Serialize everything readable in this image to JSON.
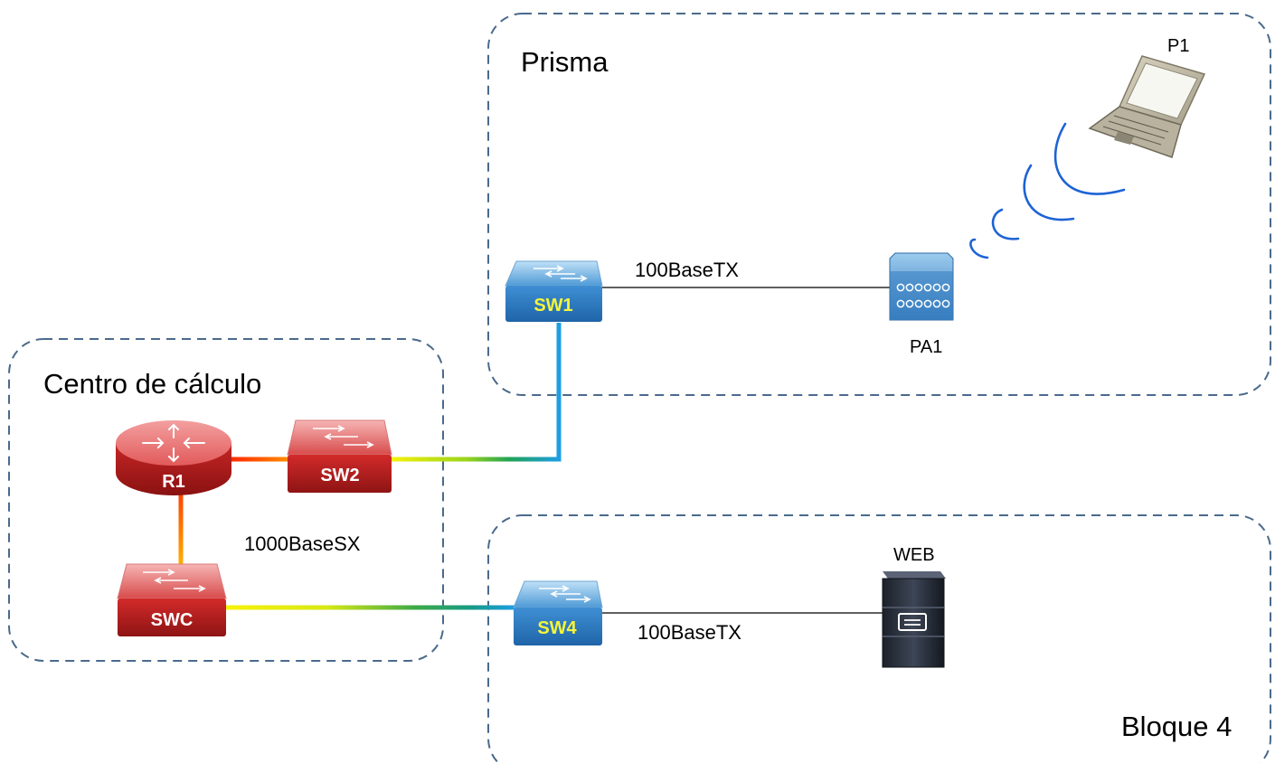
{
  "zones": {
    "prisma": {
      "title": "Prisma"
    },
    "centro": {
      "title": "Centro de cálculo"
    },
    "bloque": {
      "title": "Bloque 4"
    }
  },
  "devices": {
    "sw1": {
      "label": "SW1",
      "type": "switch",
      "color": "#3d8bd1"
    },
    "sw2": {
      "label": "SW2",
      "type": "switch",
      "color": "#c8282b"
    },
    "swc": {
      "label": "SWC",
      "type": "switch",
      "color": "#c8282b"
    },
    "sw4": {
      "label": "SW4",
      "type": "switch",
      "color": "#3d8bd1"
    },
    "r1": {
      "label": "R1",
      "type": "router",
      "color": "#c8282b"
    },
    "pa1": {
      "label": "PA1",
      "type": "access-point"
    },
    "p1": {
      "label": "P1",
      "type": "laptop"
    },
    "web": {
      "label": "WEB",
      "type": "server"
    }
  },
  "links": {
    "sw1_pa1": {
      "label": "100BaseTX"
    },
    "sw4_web": {
      "label": "100BaseTX"
    },
    "backbone": {
      "label": "1000BaseSX"
    }
  },
  "colors": {
    "zone_border": "#4a6a8c",
    "fiber_red": "#ff2a00",
    "fiber_yellow": "#f7f20a",
    "fiber_green": "#2fae4a",
    "fiber_blue": "#1e9ee8",
    "wireless": "#1e63d6"
  }
}
